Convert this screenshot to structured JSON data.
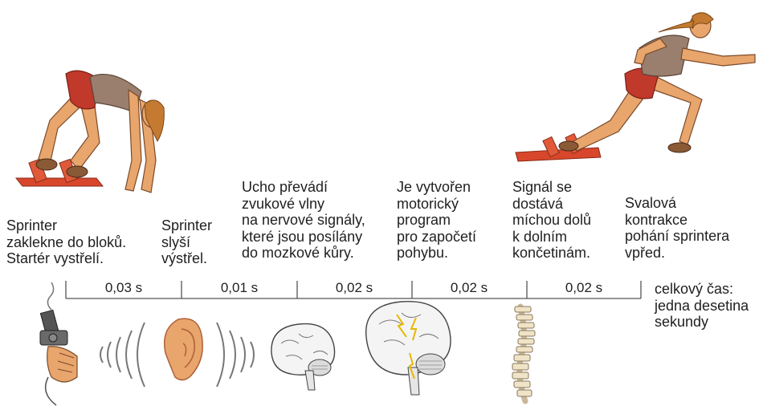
{
  "steps": [
    {
      "lines": [
        "Sprinter",
        "zaklekne do bloků.",
        "Startér vystřelí."
      ]
    },
    {
      "lines": [
        "Sprinter",
        "slyší",
        "výstřel."
      ]
    },
    {
      "lines": [
        "Ucho převádí",
        "zvukové vlny",
        "na nervové signály,",
        "které jsou posílány",
        "do mozkové kůry."
      ]
    },
    {
      "lines": [
        "Je vytvořen",
        "motorický",
        "program",
        "pro započetí",
        "pohybu."
      ]
    },
    {
      "lines": [
        "Signál se",
        "dostává",
        "míchou dolů",
        "k dolním",
        "končetinám."
      ]
    },
    {
      "lines": [
        "Svalová",
        "kontrakce",
        "pohání sprintera",
        "vpřed."
      ]
    }
  ],
  "durations": [
    "0,03 s",
    "0,01 s",
    "0,02 s",
    "0,02 s",
    "0,02 s"
  ],
  "total": {
    "lines": [
      "celkový čas:",
      "jedna desetina",
      "sekundy"
    ]
  },
  "icons": [
    "crouching-sprinter",
    "starting-block",
    "running-sprinter",
    "starter-pistol",
    "sound-waves",
    "ear",
    "brain",
    "brain-motor-signals",
    "spine"
  ],
  "colors": {
    "skin": "#e8a56c",
    "shirt": "#9a7f6e",
    "shorts": "#c0392b",
    "block": "#d8472b",
    "hair": "#c47a30",
    "line": "#555555",
    "signal": "#e6b800"
  }
}
